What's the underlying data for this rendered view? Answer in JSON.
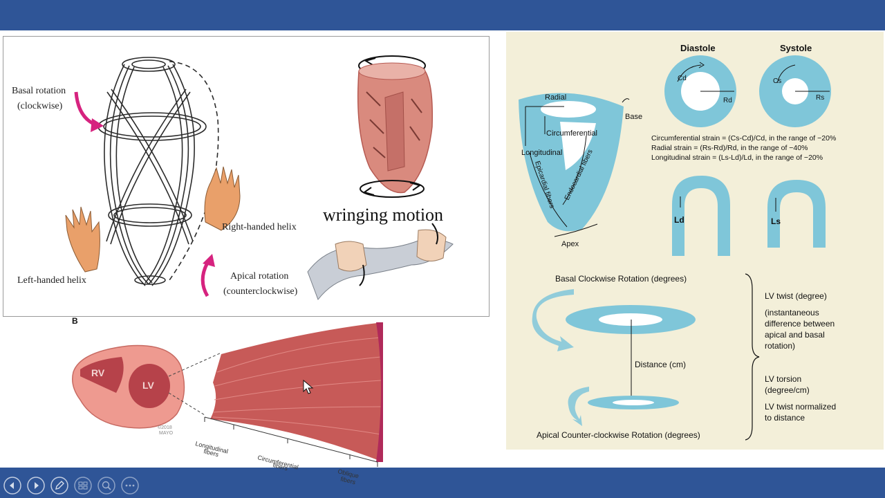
{
  "colors": {
    "bar": "#2f5597",
    "beige": "#f3efd9",
    "cyan": "#7fc6d9",
    "magenta": "#d6237f",
    "muscle": "#d98a7e",
    "muscle_dark": "#b65a52",
    "heart_pink": "#e8837a",
    "skin": "#e9a06a"
  },
  "helix_panel": {
    "basal_rotation": "Basal rotation",
    "basal_direction": "(clockwise)",
    "right_helix": "Right-handed helix",
    "left_helix": "Left-handed helix",
    "apical_rotation": "Apical rotation",
    "apical_direction": "(counterclockwise)",
    "wringing": "wringing motion"
  },
  "section_b": {
    "label": "B",
    "rv": "RV",
    "lv": "LV",
    "copyright_line1": "©2018",
    "copyright_line2": "MAYO",
    "longitudinal": "Longitudinal",
    "circumferential": "Circumferential",
    "oblique": "Oblique",
    "fibers": "fibers"
  },
  "strain_panel": {
    "diastole": "Diastole",
    "systole": "Systole",
    "cd": "Cd",
    "rd": "Rd",
    "cs": "Cs",
    "rs": "Rs",
    "radial": "Radial",
    "base": "Base",
    "circumferential": "Circumferential",
    "longitudinal": "Longitudinal",
    "epicardial": "Epicardial fibers",
    "endocardial": "Endocardial fibers",
    "apex": "Apex",
    "circ_strain": "Circumferential strain = (Cs-Cd)/Cd, in the range of −20%",
    "radial_strain": "Radial strain = (Rs-Rd)/Rd, in the range of −40%",
    "long_strain": "Longitudinal strain = (Ls-Ld)/Ld, in the range of −20%",
    "ld": "Ld",
    "ls": "Ls"
  },
  "rotation_panel": {
    "basal": "Basal Clockwise Rotation (degrees)",
    "distance": "Distance (cm)",
    "apical": "Apical Counter-clockwise Rotation (degrees)",
    "twist": "LV twist (degree)",
    "twist_def": [
      "(instantaneous",
      "difference between",
      "apical and basal",
      "rotation)"
    ],
    "torsion": "LV torsion",
    "torsion_unit": "(degree/cm)",
    "normalized": [
      "LV twist normalized",
      "to distance"
    ]
  },
  "nav_icons": [
    "previous-slide-icon",
    "next-slide-icon",
    "pen-icon",
    "slides-grid-icon",
    "zoom-icon",
    "more-options-icon"
  ]
}
